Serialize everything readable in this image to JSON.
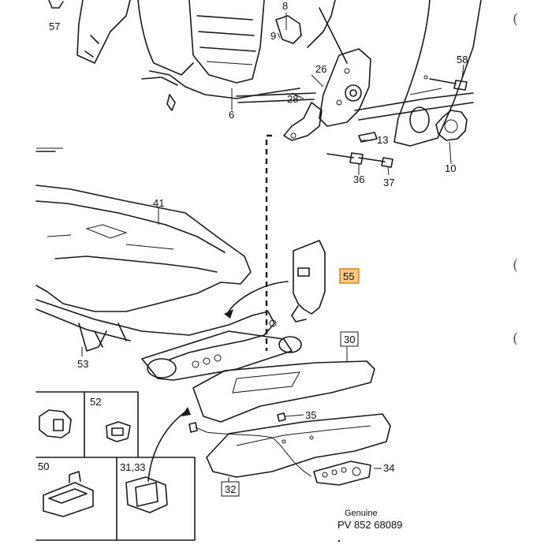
{
  "labels": {
    "p57": "57",
    "p8": "8",
    "p9": "9",
    "p26": "26",
    "p58": "58",
    "p28": "28",
    "p6": "6",
    "p13": "13",
    "p10": "10",
    "p36": "36",
    "p37": "37",
    "p41": "41",
    "p55": "55",
    "p30": "30",
    "p53": "53",
    "p52": "52",
    "p35": "35",
    "p50": "50",
    "p31_33": "31,33",
    "p34": "34",
    "p32": "32"
  },
  "margin_marks": [
    "(",
    "(",
    "("
  ],
  "footer": {
    "brand": "Genuine",
    "part_number": "PV 852  68089"
  },
  "colors": {
    "ink": "#1a1a1a",
    "highlight_fill": "#f9c98a",
    "highlight_border": "#e08a1e"
  }
}
